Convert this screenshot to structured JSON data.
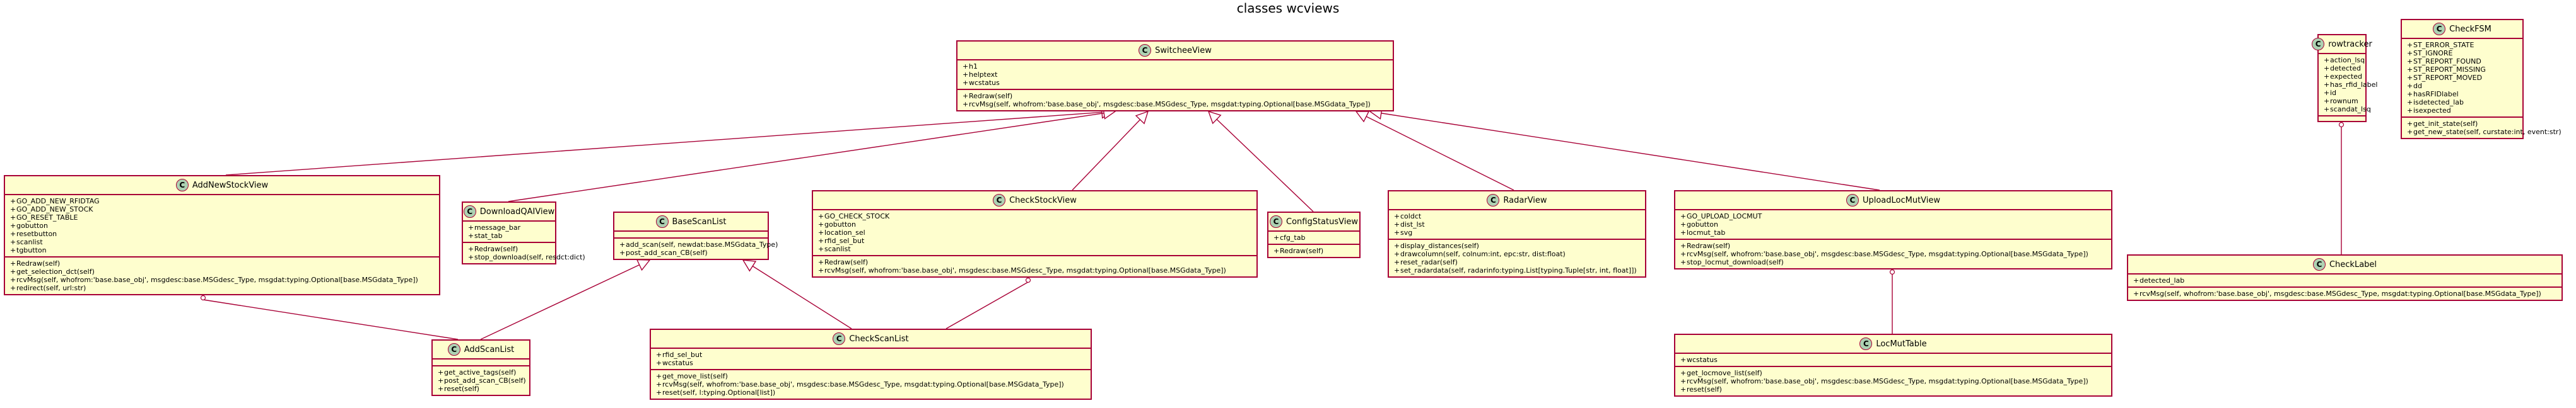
{
  "title": "classes wcviews",
  "colors": {
    "class_fill": "#fefece",
    "class_border": "#a80036",
    "icon_fill": "#add1b2"
  },
  "classes": [
    {
      "id": "SwitcheeView",
      "name": "SwitcheeView",
      "attributes": [
        "h1",
        "helptext",
        "wcstatus"
      ],
      "methods": [
        "Redraw(self)",
        "rcvMsg(self, whofrom:'base.base_obj', msgdesc:base.MSGdesc_Type, msgdat:typing.Optional[base.MSGdata_Type])"
      ]
    },
    {
      "id": "AddNewStockView",
      "name": "AddNewStockView",
      "attributes": [
        "GO_ADD_NEW_RFIDTAG",
        "GO_ADD_NEW_STOCK",
        "GO_RESET_TABLE",
        "gobutton",
        "resetbutton",
        "scanlist",
        "tgbutton"
      ],
      "methods": [
        "Redraw(self)",
        "get_selection_dct(self)",
        "rcvMsg(self, whofrom:'base.base_obj', msgdesc:base.MSGdesc_Type, msgdat:typing.Optional[base.MSGdata_Type])",
        "redirect(self, url:str)"
      ]
    },
    {
      "id": "DownloadQAIView",
      "name": "DownloadQAIView",
      "attributes": [
        "message_bar",
        "stat_tab"
      ],
      "methods": [
        "Redraw(self)",
        "stop_download(self, resdct:dict)"
      ]
    },
    {
      "id": "BaseScanList",
      "name": "BaseScanList",
      "attributes": [],
      "methods": [
        "add_scan(self, newdat:base.MSGdata_Type)",
        "post_add_scan_CB(self)"
      ]
    },
    {
      "id": "CheckStockView",
      "name": "CheckStockView",
      "attributes": [
        "GO_CHECK_STOCK",
        "gobutton",
        "location_sel",
        "rfid_sel_but",
        "scanlist"
      ],
      "methods": [
        "Redraw(self)",
        "rcvMsg(self, whofrom:'base.base_obj', msgdesc:base.MSGdesc_Type, msgdat:typing.Optional[base.MSGdata_Type])"
      ]
    },
    {
      "id": "ConfigStatusView",
      "name": "ConfigStatusView",
      "attributes": [
        "cfg_tab"
      ],
      "methods": [
        "Redraw(self)"
      ]
    },
    {
      "id": "RadarView",
      "name": "RadarView",
      "attributes": [
        "coldct",
        "dist_lst",
        "svg"
      ],
      "methods": [
        "display_distances(self)",
        "drawcolumn(self, colnum:int, epc:str, dist:float)",
        "reset_radar(self)",
        "set_radardata(self, radarinfo:typing.List[typing.Tuple[str, int, float]])"
      ]
    },
    {
      "id": "UploadLocMutView",
      "name": "UploadLocMutView",
      "attributes": [
        "GO_UPLOAD_LOCMUT",
        "gobutton",
        "locmut_tab"
      ],
      "methods": [
        "Redraw(self)",
        "rcvMsg(self, whofrom:'base.base_obj', msgdesc:base.MSGdesc_Type, msgdat:typing.Optional[base.MSGdata_Type])",
        "stop_locmut_download(self)"
      ]
    },
    {
      "id": "AddScanList",
      "name": "AddScanList",
      "attributes": [],
      "methods": [
        "get_active_tags(self)",
        "post_add_scan_CB(self)",
        "reset(self)"
      ]
    },
    {
      "id": "CheckScanList",
      "name": "CheckScanList",
      "attributes": [
        "rfid_sel_but",
        "wcstatus"
      ],
      "methods": [
        "get_move_list(self)",
        "rcvMsg(self, whofrom:'base.base_obj', msgdesc:base.MSGdesc_Type, msgdat:typing.Optional[base.MSGdata_Type])",
        "reset(self, l:typing.Optional[list])"
      ]
    },
    {
      "id": "LocMutTable",
      "name": "LocMutTable",
      "attributes": [
        "wcstatus"
      ],
      "methods": [
        "get_locmove_list(self)",
        "rcvMsg(self, whofrom:'base.base_obj', msgdesc:base.MSGdesc_Type, msgdat:typing.Optional[base.MSGdata_Type])",
        "reset(self)"
      ]
    },
    {
      "id": "rowtracker",
      "name": "rowtracker",
      "attributes": [
        "action_lsq",
        "detected",
        "expected",
        "has_rfid_label",
        "id",
        "rownum",
        "scandat_lsq"
      ],
      "methods": []
    },
    {
      "id": "CheckFSM",
      "name": "CheckFSM",
      "attributes": [
        "ST_ERROR_STATE",
        "ST_IGNORE",
        "ST_REPORT_FOUND",
        "ST_REPORT_MISSING",
        "ST_REPORT_MOVED",
        "dd",
        "hasRFIDlabel",
        "isdetected_lab",
        "isexpected"
      ],
      "methods": [
        "get_init_state(self)",
        "get_new_state(self, curstate:int, event:str)"
      ]
    },
    {
      "id": "CheckLabel",
      "name": "CheckLabel",
      "attributes": [
        "detected_lab"
      ],
      "methods": [
        "rcvMsg(self, whofrom:'base.base_obj', msgdesc:base.MSGdesc_Type, msgdat:typing.Optional[base.MSGdata_Type])"
      ]
    }
  ],
  "relations": [
    {
      "from": "AddNewStockView",
      "to": "SwitcheeView",
      "type": "extends"
    },
    {
      "from": "DownloadQAIView",
      "to": "SwitcheeView",
      "type": "extends"
    },
    {
      "from": "CheckStockView",
      "to": "SwitcheeView",
      "type": "extends"
    },
    {
      "from": "ConfigStatusView",
      "to": "SwitcheeView",
      "type": "extends"
    },
    {
      "from": "RadarView",
      "to": "SwitcheeView",
      "type": "extends"
    },
    {
      "from": "UploadLocMutView",
      "to": "SwitcheeView",
      "type": "extends"
    },
    {
      "from": "AddScanList",
      "to": "BaseScanList",
      "type": "extends"
    },
    {
      "from": "CheckScanList",
      "to": "BaseScanList",
      "type": "extends"
    },
    {
      "from": "AddNewStockView",
      "to": "AddScanList",
      "type": "composition"
    },
    {
      "from": "CheckStockView",
      "to": "CheckScanList",
      "type": "composition"
    },
    {
      "from": "UploadLocMutView",
      "to": "LocMutTable",
      "type": "composition"
    },
    {
      "from": "rowtracker",
      "to": "CheckLabel",
      "type": "composition"
    }
  ]
}
